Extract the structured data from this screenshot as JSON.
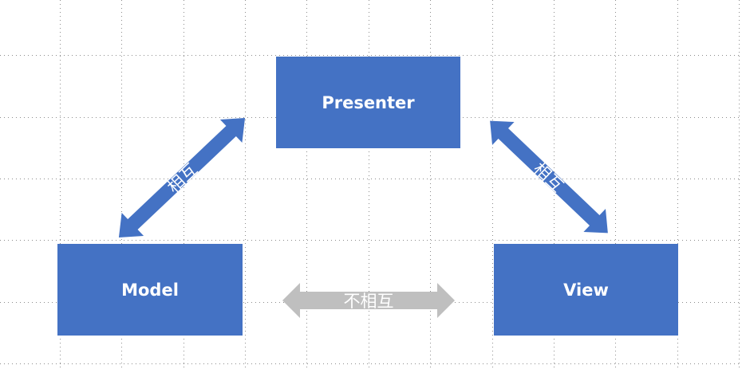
{
  "diagram": {
    "nodes": {
      "presenter": "Presenter",
      "model": "Model",
      "view": "View"
    },
    "edges": {
      "model_presenter": "相互",
      "presenter_view": "相互",
      "model_view": "不相互"
    }
  },
  "colors": {
    "node": "#4472c4",
    "arrow_active": "#4472c4",
    "arrow_inactive": "#bfbfbf",
    "grid": "#8c8c8c"
  }
}
